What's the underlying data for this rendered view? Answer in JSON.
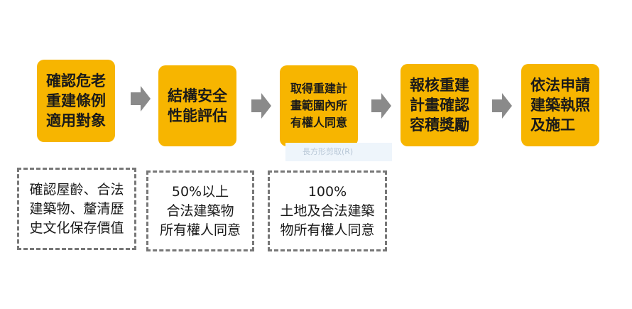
{
  "colors": {
    "step_fill": "#f7b500",
    "arrow": "#8a8a8a",
    "note_border": "#777777"
  },
  "steps": [
    {
      "lines": [
        "確認危老",
        "重建條例",
        "適用對象"
      ]
    },
    {
      "lines": [
        "結構安全",
        "性能評估"
      ]
    },
    {
      "lines": [
        "取得重建計",
        "畫範圍內所",
        "有權人同意"
      ]
    },
    {
      "lines": [
        "報核重建",
        "計畫確認",
        "容積獎勵"
      ]
    },
    {
      "lines": [
        "依法申請",
        "建築執照",
        "及施工"
      ]
    }
  ],
  "notes": [
    {
      "lines": [
        "確認屋齡、合法",
        "建築物、釐清歷",
        "史文化保存價值"
      ]
    },
    {
      "lines": [
        "50%以上",
        "合法建築物",
        "所有權人同意"
      ]
    },
    {
      "lines": [
        "100%",
        "土地及合法建築",
        "物所有權人同意"
      ]
    }
  ],
  "watermark": {
    "text": "長方形剪取(R)"
  }
}
